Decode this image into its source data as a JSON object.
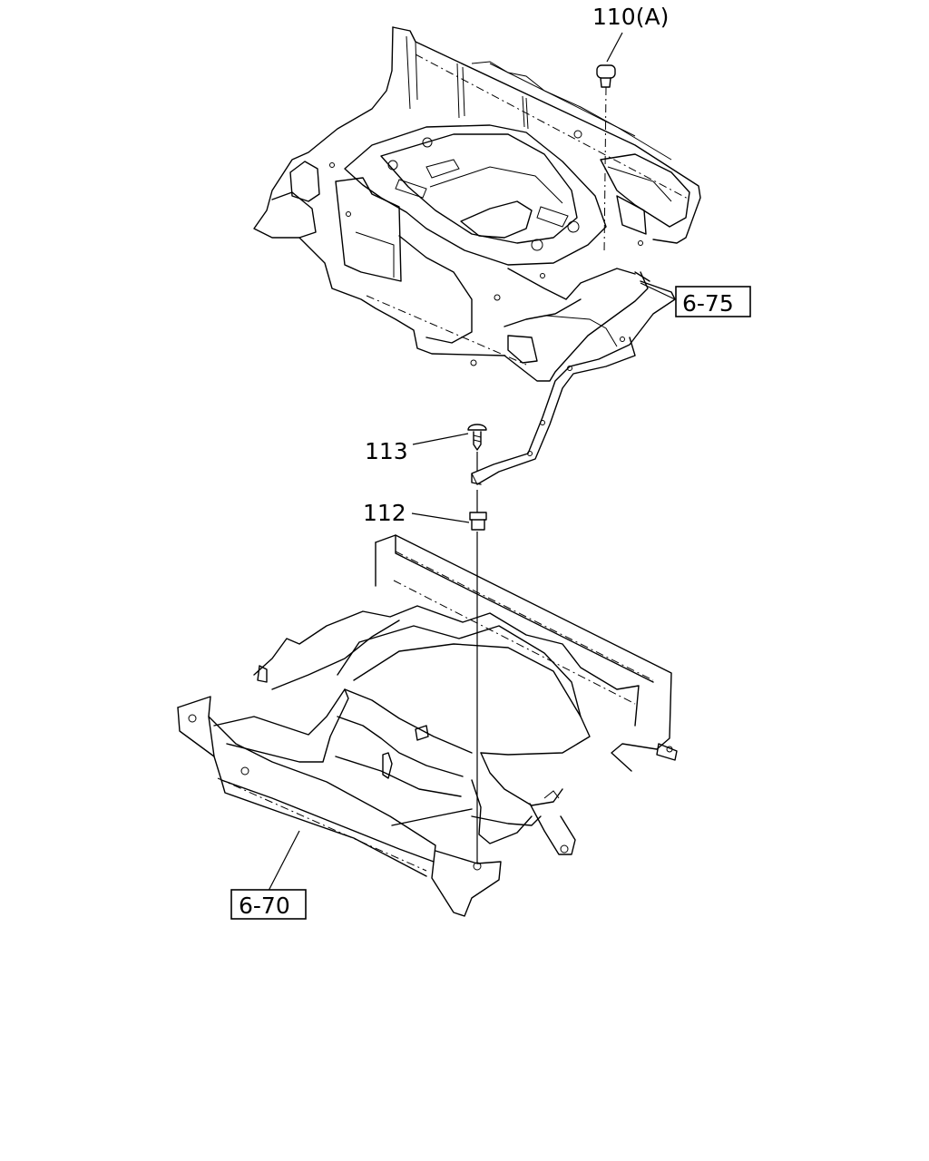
{
  "callouts": {
    "part_110": "110(A)",
    "part_113": "113",
    "part_112": "112",
    "ref_675": "6-75",
    "ref_670": "6-70"
  }
}
